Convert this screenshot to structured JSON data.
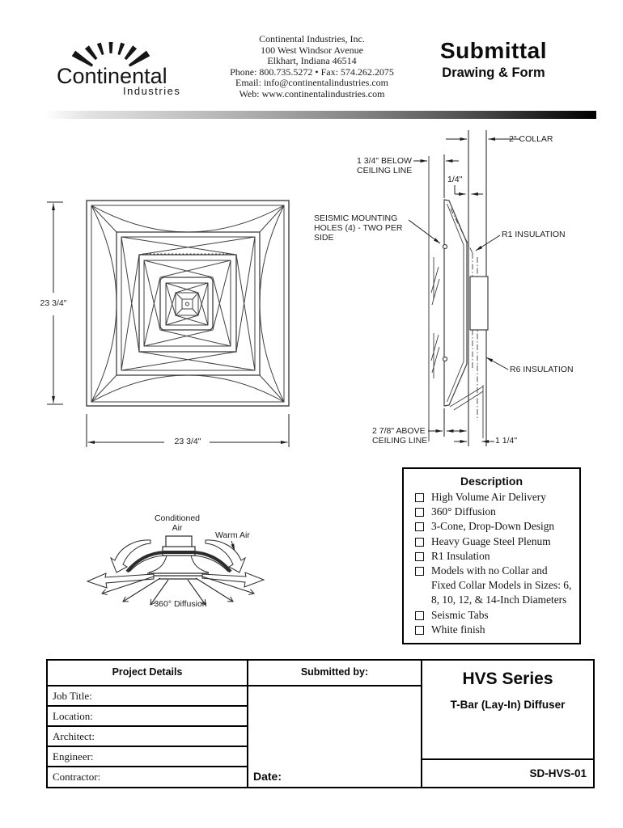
{
  "colors": {
    "ink": "#000000",
    "line_gray": "#3f3f3f",
    "page_bg": "#ffffff"
  },
  "header": {
    "logo": {
      "brand": "Continental",
      "sub": "Industries"
    },
    "company": {
      "line1": "Continental Industries, Inc.",
      "line2": "100 West Windsor Avenue",
      "line3": "Elkhart, Indiana 46514",
      "line4": "Phone: 800.735.5272 • Fax: 574.262.2075",
      "line5": "Email: info@continentalindustries.com",
      "line6": "Web: www.continentalindustries.com"
    },
    "title": "Submittal",
    "subtitle": "Drawing & Form"
  },
  "front_view": {
    "height_dim": "23 3/4\"",
    "width_dim": "23 3/4\""
  },
  "side_view": {
    "collar": "2\" COLLAR",
    "below1": "1 3/4\" BELOW",
    "below2": "CEILING LINE",
    "quarter": "1/4\"",
    "seismic1": "SEISMIC MOUNTING",
    "seismic2": "HOLES (4) - TWO PER",
    "seismic3": "SIDE",
    "r1": "R1 INSULATION",
    "r6": "R6 INSULATION",
    "above1": "2 7/8\" ABOVE",
    "above2": "CEILING LINE",
    "one_quarter": "1 1/4\""
  },
  "airflow": {
    "conditioned1": "Conditioned",
    "conditioned2": "Air",
    "warm": "Warm Air",
    "diffusion": "360° Diffusion"
  },
  "description": {
    "title": "Description",
    "items": [
      "High Volume Air Delivery",
      "360° Diffusion",
      "3-Cone, Drop-Down Design",
      "Heavy Guage Steel Plenum",
      "R1 Insulation",
      "Models with no Collar and Fixed Collar Models in Sizes: 6, 8, 10, 12, & 14-Inch Diameters",
      "Seismic Tabs",
      "White finish"
    ]
  },
  "form": {
    "project_details_header": "Project Details",
    "submitted_by_header": "Submitted by:",
    "fields": [
      "Job Title:",
      "Location:",
      "Architect:",
      "Engineer:",
      "Contractor:"
    ],
    "date_label": "Date:",
    "series_title": "HVS Series",
    "series_subtitle": "T-Bar (Lay-In) Diffuser",
    "doc_number": "SD-HVS-01"
  }
}
